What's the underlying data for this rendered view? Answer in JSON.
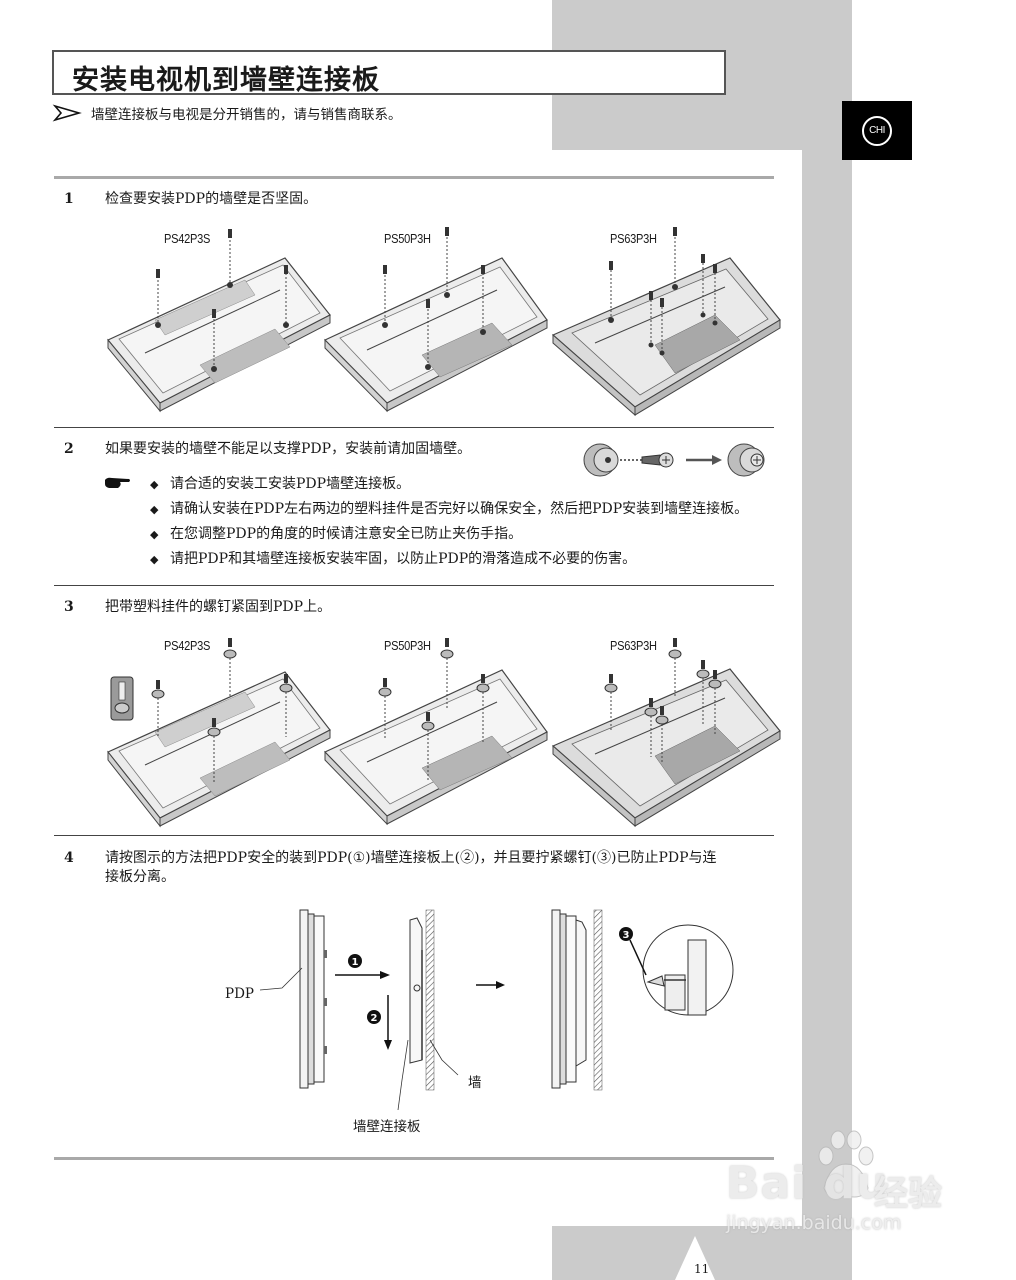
{
  "page": {
    "title": "安装电视机到墙壁连接板",
    "note": "墙壁连接板与电视是分开销售的，请与销售商联系。",
    "language_badge": "CHI",
    "page_number": "11"
  },
  "steps": [
    {
      "number": "1",
      "text": "检查要安装PDP的墙壁是否坚固。",
      "models": [
        "PS42P3S",
        "PS50P3H",
        "PS63P3H"
      ]
    },
    {
      "number": "2",
      "text": "如果要安装的墙壁不能足以支撑PDP，安装前请加固墙壁。",
      "notes": [
        "请合适的安装工安装PDP墙壁连接板。",
        "请确认安装在PDP左右两边的塑料挂件是否完好以确保安全，然后把PDP安装到墙壁连接板。",
        "在您调整PDP的角度的时候请注意安全已防止夹伤手指。",
        "请把PDP和其墙壁连接板安装牢固，以防止PDP的滑落造成不必要的伤害。"
      ]
    },
    {
      "number": "3",
      "text": "把带塑料挂件的螺钉紧固到PDP上。",
      "models": [
        "PS42P3S",
        "PS50P3H",
        "PS63P3H"
      ]
    },
    {
      "number": "4",
      "text_line1": "请按图示的方法把PDP安全的装到PDP(①)墙壁连接板上(②)，并且要拧紧螺钉(③)已防止PDP与连",
      "text_line2": "接板分离。",
      "diagram": {
        "pdp_label": "PDP",
        "wall_label": "墙",
        "bracket_label": "墙壁连接板",
        "callouts": [
          "1",
          "2",
          "3"
        ]
      }
    }
  ],
  "bullet_symbol": "◆",
  "watermark": {
    "brand": "Bai du",
    "cn": "经验",
    "url": "jingyan.baidu.com"
  }
}
